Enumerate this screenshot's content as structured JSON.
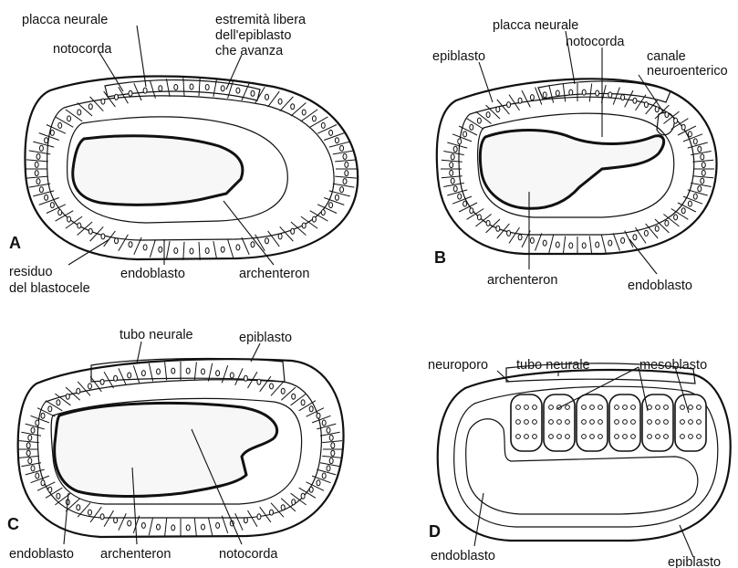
{
  "panels": [
    {
      "letter": "A",
      "labels": {
        "placca_neurale": "placca neurale",
        "notocorda": "notocorda",
        "estremita_1": "estremità libera",
        "estremita_2": "dell'epiblasto",
        "estremita_3": "che avanza",
        "residuo_1": "residuo",
        "residuo_2": "del blastocele",
        "endoblasto": "endoblasto",
        "archenteron": "archenteron"
      }
    },
    {
      "letter": "B",
      "labels": {
        "placca_neurale": "placca neurale",
        "notocorda": "notocorda",
        "epiblasto": "epiblasto",
        "canale_1": "canale",
        "canale_2": "neuroenterico",
        "archenteron": "archenteron",
        "endoblasto": "endoblasto"
      }
    },
    {
      "letter": "C",
      "labels": {
        "tubo_neurale": "tubo neurale",
        "epiblasto": "epiblasto",
        "endoblasto": "endoblasto",
        "archenteron": "archenteron",
        "notocorda": "notocorda"
      }
    },
    {
      "letter": "D",
      "labels": {
        "neuroporo": "neuroporo",
        "tubo_neurale": "tubo neurale",
        "mesoblasto": "mesoblasto",
        "endoblasto": "endoblasto",
        "epiblasto": "epiblasto"
      }
    }
  ]
}
